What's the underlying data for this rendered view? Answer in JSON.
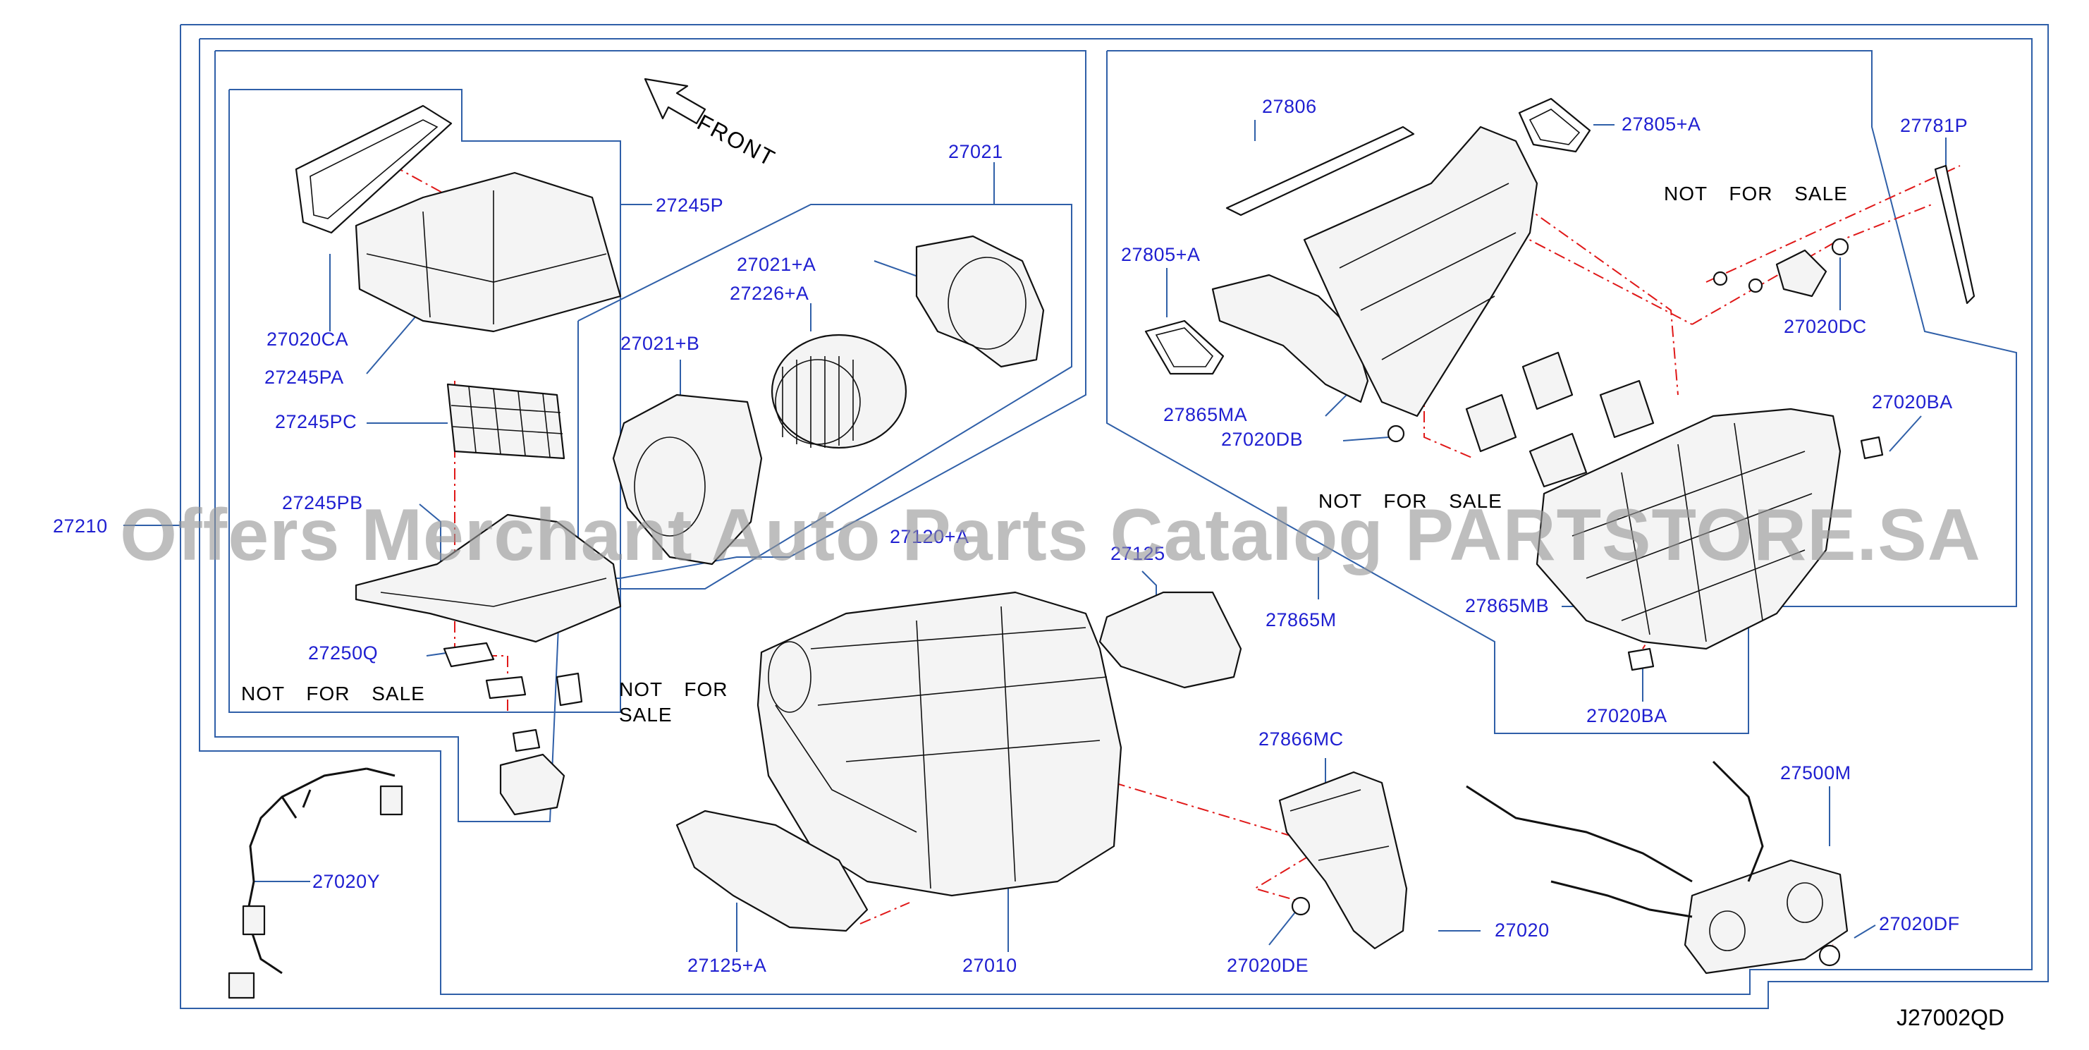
{
  "labels": {
    "p27210": "27210",
    "p27245P": "27245P",
    "p27020CA": "27020CA",
    "p27245PA": "27245PA",
    "p27245PC": "27245PC",
    "p27245PB": "27245PB",
    "p27250Q": "27250Q",
    "p27021": "27021",
    "p27021A": "27021+A",
    "p27226A": "27226+A",
    "p27021B": "27021+B",
    "p27120A": "27120+A",
    "p27125": "27125",
    "p27806": "27806",
    "p27805A_top": "27805+A",
    "p27805A_left": "27805+A",
    "p27781P": "27781P",
    "p27020DC": "27020DC",
    "p27865MA": "27865MA",
    "p27020DB": "27020DB",
    "p27020BA_top": "27020BA",
    "p27865M": "27865M",
    "p27865MB": "27865MB",
    "p27020BA_bottom": "27020BA",
    "p27866MC": "27866MC",
    "p27500M": "27500M",
    "p27020Y": "27020Y",
    "p27125A": "27125+A",
    "p27010": "27010",
    "p27020DE": "27020DE",
    "p27020": "27020",
    "p27020DF": "27020DF"
  },
  "notes": {
    "front": "FRONT",
    "not_for_sale_1": "NOT FOR SALE",
    "not_for_sale_2_line1": "NOT FOR",
    "not_for_sale_2_line2": "SALE",
    "not_for_sale_3": "NOT FOR SALE",
    "not_for_sale_4": "NOT FOR SALE"
  },
  "diagram_code": "J27002QD",
  "watermark": "Offers Merchant Auto Parts Catalog PARTSTORE.SA",
  "colors": {
    "label_blue": "#1f1fd1",
    "frame_blue": "#2f5fa8",
    "dash_red": "#e01818",
    "watermark_gray": "#969696"
  }
}
